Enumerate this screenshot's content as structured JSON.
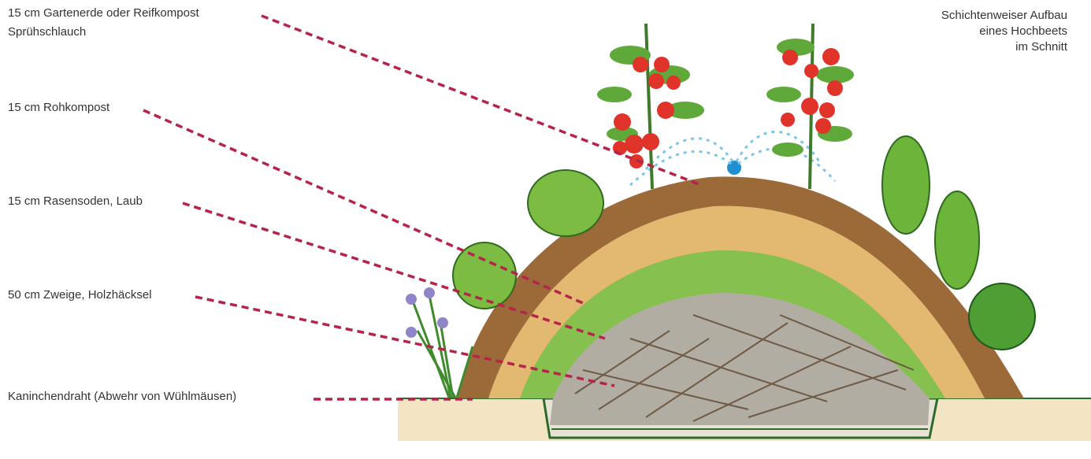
{
  "labels": {
    "top_soil": "15 cm Gartenerde oder Reifkompost",
    "sprayer": "Sprühschlauch",
    "raw_compost": "15 cm Rohkompost",
    "turf": "15 cm Rasensoden, Laub",
    "branches": "50 cm Zweige, Holzhäcksel",
    "wire": "Kaninchendraht (Abwehr von Wühlmäusen)"
  },
  "title_lines": [
    "Schichtenweiser Aufbau",
    "eines Hochbeets",
    "im Schnitt"
  ],
  "colors": {
    "leader": "#b5244a",
    "soil": "#8b5a2b",
    "compost": "#e0b46a",
    "turf": "#7dbb4a",
    "branches": "#9a958a",
    "tomato": "#e0332a",
    "lettuce": "#76b83e",
    "water": "#7cc6e6"
  }
}
